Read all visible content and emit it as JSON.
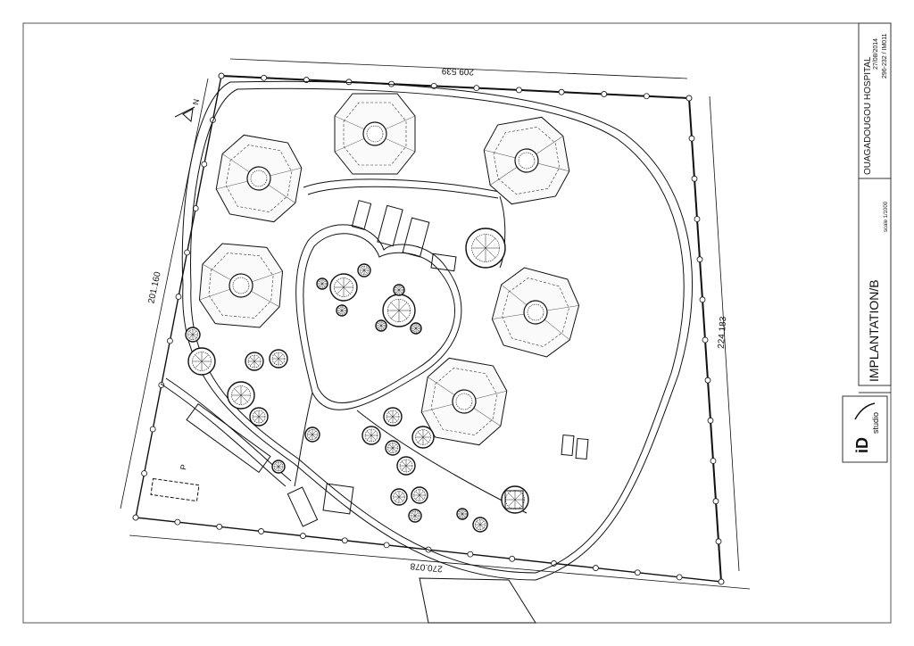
{
  "site": {
    "dim_top": "209.539",
    "dim_left": "201.160",
    "dim_right": "224.183",
    "dim_bottom": "270.078",
    "north": "N",
    "parking": "P"
  },
  "titleblock": {
    "project": "OUAGADOUGOU HOSPITAL",
    "date": "27/08/2014",
    "ref": "296-232 / IM011",
    "drawing": "IMPLANTATION/B",
    "scale": "scale 1/1000",
    "logo_main": "iD",
    "logo_sub": "studio"
  }
}
